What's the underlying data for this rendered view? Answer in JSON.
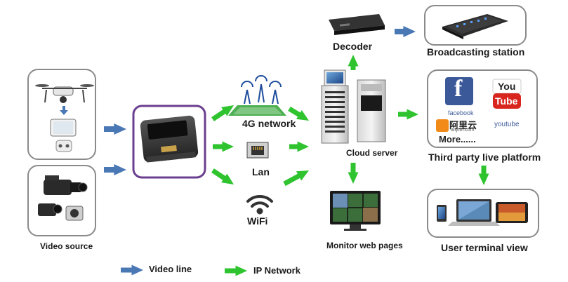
{
  "labels": {
    "video_source": "Video source",
    "network_4g": "4G network",
    "lan": "Lan",
    "wifi": "WiFi",
    "cloud_server": "Cloud server",
    "decoder": "Decoder",
    "broadcasting_station": "Broadcasting station",
    "third_party": "Third party live platform",
    "monitor_web_pages": "Monitor web pages",
    "user_terminal_view": "User terminal view"
  },
  "platforms": {
    "facebook_logo": "f",
    "facebook": "facebook",
    "youtube_logo_you": "You",
    "youtube_logo_tube": "Tube",
    "youtube": "youtube",
    "aliyun_cn": "阿里云",
    "aliyun": "aliyun.com",
    "more": "More......"
  },
  "legend": {
    "video_line": "Video line",
    "ip_network": "IP Network"
  },
  "colors": {
    "video_line": "#4a78b5",
    "ip_network": "#2fc42f",
    "encoder_border": "#6b3f8f",
    "box_border": "#8a8a8a",
    "facebook": "#3b5998",
    "youtube": "#d8261f"
  }
}
